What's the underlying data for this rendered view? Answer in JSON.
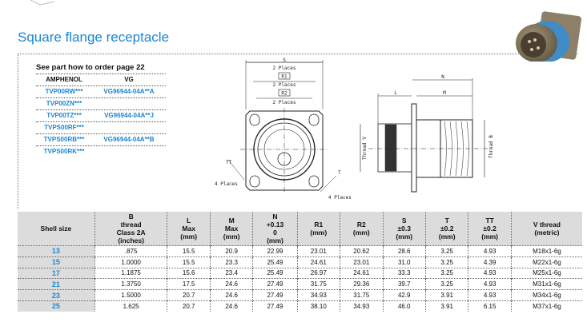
{
  "title": "Square flange receptacle",
  "parts": {
    "heading": "See part how to order page 22",
    "columns": [
      "AMPHENOL",
      "VG"
    ],
    "rows": [
      [
        "TVP00RW***",
        "VG96944-04A**A"
      ],
      [
        "TVP00ZN***",
        ""
      ],
      [
        "TVP00TZ***",
        "VG96944-04A**J"
      ],
      [
        "TVPS00RF***",
        ""
      ],
      [
        "TVPS00RB***",
        "VG96944-04A**B"
      ],
      [
        "TVPS00RK***",
        ""
      ]
    ]
  },
  "drawing": {
    "S": "S",
    "places2": "2 Places",
    "R1": "R1",
    "R2": "R2",
    "TT": "TT",
    "T": "T",
    "places4": "4 Places",
    "thread_v": "Thread V",
    "thread_b": "Thread B",
    "L": "L",
    "M": "M",
    "N": "N"
  },
  "table": {
    "headers": [
      [
        "Shell size"
      ],
      [
        "B",
        "thread",
        "Class 2A",
        "(inches)"
      ],
      [
        "L",
        "Max",
        "(mm)"
      ],
      [
        "M",
        "Max",
        "(mm)"
      ],
      [
        "N",
        "+0.13",
        "0",
        "(mm)"
      ],
      [
        "R1",
        "(mm)"
      ],
      [
        "R2",
        "(mm)"
      ],
      [
        "S",
        "±0.3",
        "(mm)"
      ],
      [
        "T",
        "±0.2",
        "(mm)"
      ],
      [
        "TT",
        "±0.2",
        "(mm)"
      ],
      [
        "V thread",
        "(metric)"
      ]
    ],
    "rows": [
      [
        "13",
        ".875",
        "15.5",
        "20.9",
        "22.99",
        "23.01",
        "20.62",
        "28.6",
        "3.25",
        "4.93",
        "M18x1-6g"
      ],
      [
        "15",
        "1.0000",
        "15.5",
        "23.3",
        "25.49",
        "24.61",
        "23.01",
        "31.0",
        "3.25",
        "4.39",
        "M22x1-6g"
      ],
      [
        "17",
        "1.1875",
        "15.6",
        "23.4",
        "25.49",
        "26.97",
        "24.61",
        "33.3",
        "3.25",
        "4.93",
        "M25x1-6g"
      ],
      [
        "21",
        "1.3750",
        "17.5",
        "24.6",
        "27.49",
        "31.75",
        "29.36",
        "39.7",
        "3.25",
        "4.93",
        "M31x1-6g"
      ],
      [
        "23",
        "1.5000",
        "20.7",
        "24.6",
        "27.49",
        "34.93",
        "31.75",
        "42.9",
        "3.91",
        "4.93",
        "M34x1-6g"
      ],
      [
        "25",
        "1.625",
        "20.7",
        "24.6",
        "27.49",
        "38.10",
        "34.93",
        "46.0",
        "3.91",
        "6.15",
        "M37x1-6g"
      ]
    ]
  }
}
